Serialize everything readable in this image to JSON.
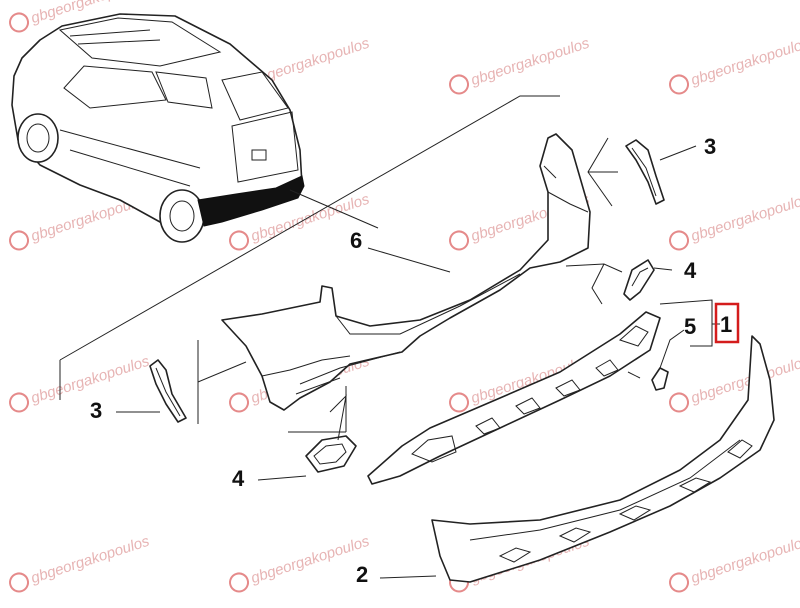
{
  "watermark": {
    "text": "gbgeorgakopoulos",
    "color": "#e7b4b4",
    "logo_color": "#e58a8a",
    "icon": "gb-logo-icon"
  },
  "callouts": [
    {
      "id": "c3-right",
      "label": "3"
    },
    {
      "id": "c6",
      "label": "6"
    },
    {
      "id": "c4-right",
      "label": "4"
    },
    {
      "id": "c5",
      "label": "5"
    },
    {
      "id": "c1",
      "label": "1",
      "highlight": true,
      "highlight_color": "#d41c1c"
    },
    {
      "id": "c3-left",
      "label": "3"
    },
    {
      "id": "c4-left",
      "label": "4"
    },
    {
      "id": "c2",
      "label": "2"
    }
  ]
}
